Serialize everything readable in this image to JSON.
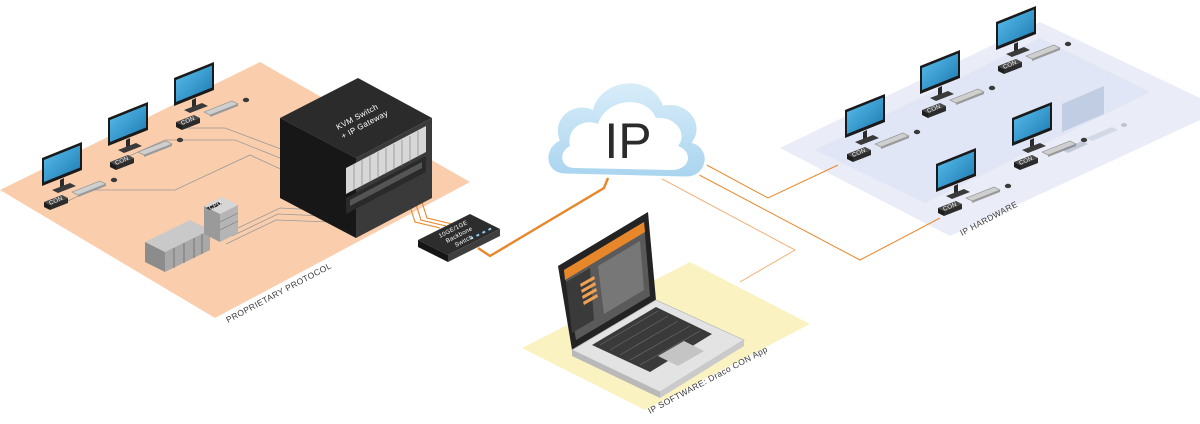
{
  "zones": {
    "proprietary": {
      "label": "PROPRIETARY PROTOCOL",
      "color": "#f9c9a3"
    },
    "ip_hardware": {
      "label": "IP HARDWARE",
      "color": "#e6eaf7"
    },
    "ip_software": {
      "label": "IP SOFTWARE: Draco CON App",
      "color": "#fbf1bf"
    }
  },
  "kvm": {
    "line1": "KVM Switch",
    "line2": "+ IP Gateway"
  },
  "backbone": {
    "line1": "10GE/1GE",
    "line2": "Backbone",
    "line3": "Switch"
  },
  "cloud": {
    "label": "IP"
  },
  "device_labels": {
    "con": "CON",
    "cpu": "CPU"
  },
  "colors": {
    "link_orange": "#e8872a",
    "line_grey": "#8a8a8a",
    "screen_blue": "#2a93c9"
  },
  "icons": {
    "cloud": "cloud-icon",
    "monitor": "monitor-icon",
    "server": "server-rack-icon",
    "laptop": "laptop-icon",
    "switch": "network-switch-icon",
    "keyboard": "keyboard-icon",
    "mouse": "mouse-icon"
  }
}
